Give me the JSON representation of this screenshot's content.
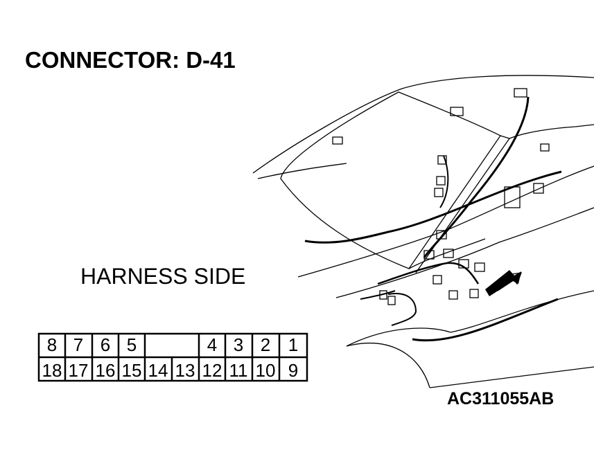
{
  "title": "CONNECTOR: D-41",
  "side_label": "HARNESS SIDE",
  "figure_code": "AC311055AB",
  "connector": {
    "top_row": [
      "8",
      "7",
      "6",
      "5",
      "",
      "",
      "4",
      "3",
      "2",
      "1"
    ],
    "bottom_row": [
      "18",
      "17",
      "16",
      "15",
      "14",
      "13",
      "12",
      "11",
      "10",
      "9"
    ]
  }
}
